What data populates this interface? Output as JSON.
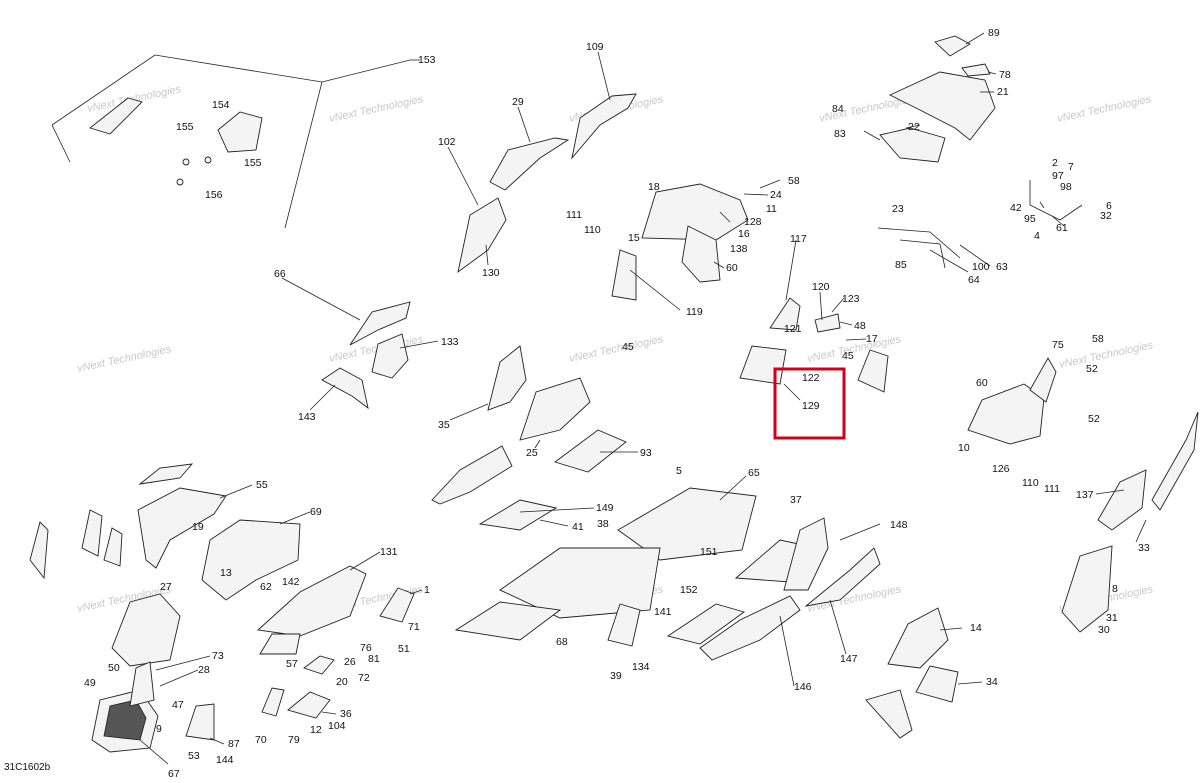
{
  "diagram_code": "31C1602b",
  "watermark": {
    "line1": "vNext",
    "line2": "Technologies",
    "inline": "vNext Technologies"
  },
  "highlight": {
    "label": "129",
    "color": "#d0021b"
  },
  "callouts": [
    "153",
    "154",
    "155",
    "155",
    "156",
    "109",
    "29",
    "102",
    "130",
    "89",
    "78",
    "21",
    "84",
    "22",
    "83",
    "2",
    "7",
    "97",
    "98",
    "42",
    "95",
    "4",
    "61",
    "6",
    "32",
    "58",
    "24",
    "18",
    "111",
    "110",
    "15",
    "11",
    "128",
    "16",
    "138",
    "60",
    "119",
    "23",
    "85",
    "64",
    "100",
    "63",
    "117",
    "120",
    "123",
    "121",
    "48",
    "17",
    "45",
    "122",
    "66",
    "133",
    "143",
    "35",
    "45",
    "25",
    "93",
    "58",
    "75",
    "52",
    "60",
    "10",
    "126",
    "52",
    "110",
    "111",
    "5",
    "65",
    "149",
    "41",
    "137",
    "55",
    "69",
    "19",
    "13",
    "62",
    "142",
    "131",
    "1",
    "71",
    "51",
    "27",
    "76",
    "81",
    "26",
    "57",
    "72",
    "20",
    "37",
    "148",
    "38",
    "151",
    "152",
    "141",
    "68",
    "134",
    "39",
    "146",
    "147",
    "14",
    "34",
    "33",
    "8",
    "31",
    "30",
    "73",
    "28",
    "50",
    "49",
    "47",
    "9",
    "53",
    "144",
    "67",
    "87",
    "70",
    "79",
    "12",
    "36",
    "104"
  ]
}
